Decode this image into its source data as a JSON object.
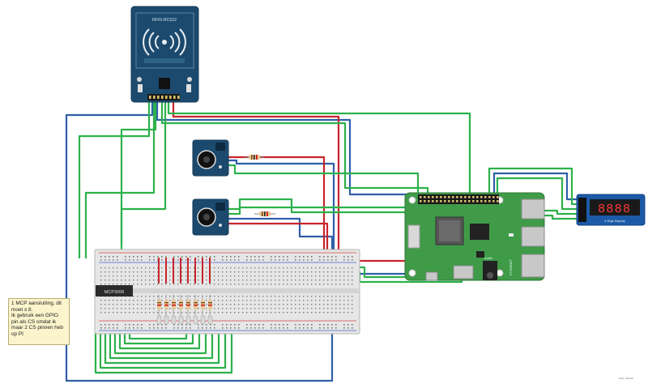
{
  "rfid": {
    "label": "RFID-RC522"
  },
  "adc": {
    "label": "MCP3008"
  },
  "display": {
    "label": "4 Digit Display",
    "digits": "8888"
  },
  "pi_labels": {
    "audio": "Audio",
    "ethernet": "ETHERNET"
  },
  "note": {
    "lines": [
      "1 MCP aansluiting, dit",
      "moet x 8.",
      "Ik gebruik een GPIO",
      "pin als CS omdat ik",
      "maar 2 CS pinnen heb",
      "op PI"
    ]
  },
  "colors": {
    "wire_green": "#2db14b",
    "wire_blue": "#2f5fa8",
    "wire_red": "#c8242b",
    "board_green": "#3f9b48",
    "rfid_blue": "#1c4a6e",
    "display_blue": "#1c5aa8",
    "digit_red": "#ff3b3b"
  }
}
